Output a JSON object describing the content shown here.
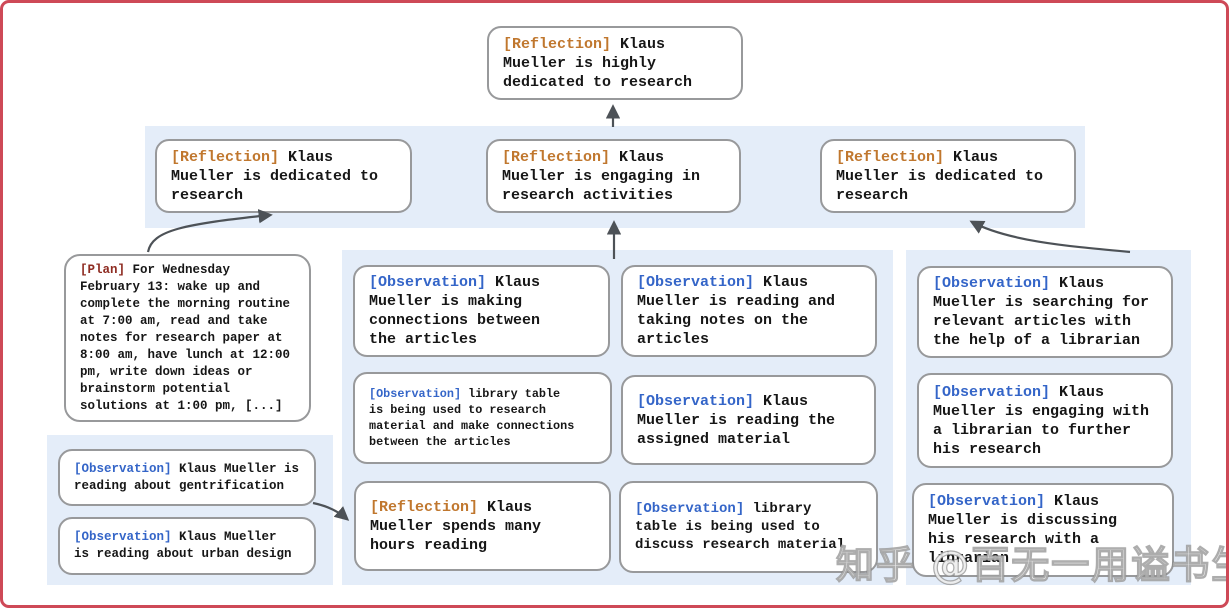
{
  "colors": {
    "frame_border": "#ce4957",
    "panel_blue": "#e4edf9",
    "node_border": "#98999b",
    "reflection_tag": "#c0772e",
    "observation_tag": "#3465c8",
    "plan_tag": "#8e2b21",
    "arrow": "#4d5257",
    "text": "#161616"
  },
  "nodes": {
    "root": {
      "tag": "[Reflection]",
      "text": " Klaus\nMueller is highly\ndedicated to research"
    },
    "l2_left": {
      "tag": "[Reflection]",
      "text": " Klaus\nMueller is dedicated to\nresearch"
    },
    "l2_mid": {
      "tag": "[Reflection]",
      "text": " Klaus\nMueller is engaging in\nresearch activities"
    },
    "l2_right": {
      "tag": "[Reflection]",
      "text": " Klaus\nMueller is dedicated to\nresearch"
    },
    "plan": {
      "tag": "[Plan]",
      "text": " For Wednesday\nFebruary 13: wake up and\ncomplete the morning routine\nat 7:00 am, read and take\nnotes for research paper at\n8:00 am, have lunch at 12:00\npm, write down ideas or\nbrainstorm potential\nsolutions at 1:00 pm, [...]"
    },
    "obs_gentrification": {
      "tag": "[Observation]",
      "text": " Klaus Mueller is\nreading about gentrification"
    },
    "obs_urban_design": {
      "tag": "[Observation]",
      "text": " Klaus Mueller\nis reading about urban design"
    },
    "obs_connections": {
      "tag": "[Observation]",
      "text": " Klaus\nMueller is making\nconnections between\nthe articles"
    },
    "obs_library_research": {
      "tag": "[Observation]",
      "text": " library table\nis being used to research\nmaterial and make connections\nbetween the articles"
    },
    "refl_hours_reading": {
      "tag": "[Reflection]",
      "text": " Klaus\nMueller spends many\nhours reading"
    },
    "obs_taking_notes": {
      "tag": "[Observation]",
      "text": " Klaus\nMueller is reading and\ntaking notes on the\narticles"
    },
    "obs_assigned_material": {
      "tag": "[Observation]",
      "text": " Klaus\nMueller is reading the\nassigned material"
    },
    "obs_library_discuss": {
      "tag": "[Observation]",
      "text": " library\ntable is being used to\ndiscuss research material"
    },
    "obs_searching_articles": {
      "tag": "[Observation]",
      "text": " Klaus\nMueller is searching for\nrelevant articles with\nthe help of a librarian"
    },
    "obs_engaging_librarian": {
      "tag": "[Observation]",
      "text": " Klaus\nMueller is engaging with\na librarian to further\nhis research"
    },
    "obs_discussing_research": {
      "tag": "[Observation]",
      "text": " Klaus\nMueller is discussing\nhis research with a\nlibrarian"
    }
  },
  "watermark": "知乎 @百无一用谥书生"
}
